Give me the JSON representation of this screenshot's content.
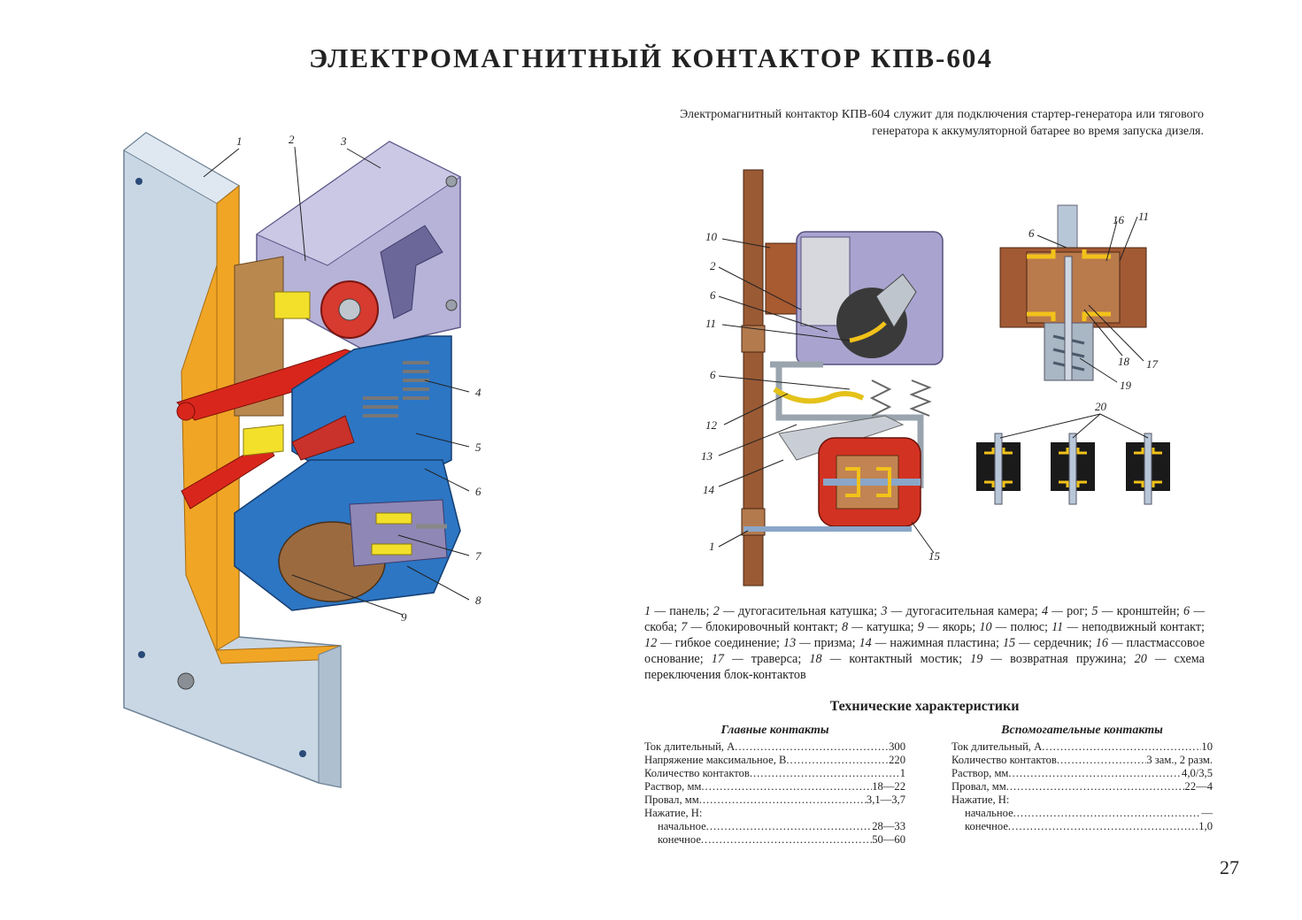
{
  "title": "ЭЛЕКТРОМАГНИТНЫЙ КОНТАКТОР КПВ-604",
  "intro": "Электромагнитный контактор КПВ-604 служит для подключения стартер-генератора или тягового генератора к аккумуляторной батарее во время запуска дизеля.",
  "left_labels": [
    "1",
    "2",
    "3",
    "4",
    "5",
    "6",
    "7",
    "8",
    "9"
  ],
  "right_labels": [
    "10",
    "2",
    "6",
    "11",
    "6",
    "12",
    "13",
    "14",
    "1",
    "15",
    "6",
    "16",
    "11",
    "18",
    "17",
    "19",
    "20"
  ],
  "legend": [
    {
      "n": "1",
      "t": "панель;"
    },
    {
      "n": "2",
      "t": "дугогасительная катушка;"
    },
    {
      "n": "3",
      "t": "дугогасительная камера;"
    },
    {
      "n": "4",
      "t": "рог;"
    },
    {
      "n": "5",
      "t": "кронштейн;"
    },
    {
      "n": "6",
      "t": "скоба;"
    },
    {
      "n": "7",
      "t": "блокировочный контакт;"
    },
    {
      "n": "8",
      "t": "катушка;"
    },
    {
      "n": "9",
      "t": "якорь;"
    },
    {
      "n": "10",
      "t": "полюс;"
    },
    {
      "n": "11",
      "t": "неподвижный контакт;"
    },
    {
      "n": "12",
      "t": "гибкое соединение;"
    },
    {
      "n": "13",
      "t": "призма;"
    },
    {
      "n": "14",
      "t": "нажимная пластина;"
    },
    {
      "n": "15",
      "t": "сердечник;"
    },
    {
      "n": "16",
      "t": "пластмассовое основание;"
    },
    {
      "n": "17",
      "t": "траверса;"
    },
    {
      "n": "18",
      "t": "контактный мостик;"
    },
    {
      "n": "19",
      "t": "возвратная пружина;"
    },
    {
      "n": "20",
      "t": "схема переключения блок-контактов"
    }
  ],
  "specs_title": "Технические характеристики",
  "main": {
    "heading": "Главные контакты",
    "rows": [
      {
        "k": "Ток длительный, А",
        "v": "300",
        "indent": false
      },
      {
        "k": "Напряжение максимальное, В",
        "v": "220",
        "indent": false
      },
      {
        "k": "Количество контактов",
        "v": "1",
        "indent": false
      },
      {
        "k": "Раствор, мм",
        "v": "18—22",
        "indent": false
      },
      {
        "k": "Провал, мм",
        "v": "3,1—3,7",
        "indent": false
      },
      {
        "k": "Нажатие, Н:",
        "v": "",
        "indent": false,
        "nodots": true
      },
      {
        "k": "начальное",
        "v": "28—33",
        "indent": true
      },
      {
        "k": "конечное",
        "v": "50—60",
        "indent": true
      }
    ]
  },
  "aux": {
    "heading": "Вспомогательные контакты",
    "rows": [
      {
        "k": "Ток длительный, А",
        "v": "10",
        "indent": false
      },
      {
        "k": "Количество контактов",
        "v": "3 зам., 2 разм.",
        "indent": false
      },
      {
        "k": "Раствор, мм",
        "v": "4,0/3,5",
        "indent": false
      },
      {
        "k": "Провал, мм",
        "v": "22—4",
        "indent": false
      },
      {
        "k": "Нажатие, Н:",
        "v": "",
        "indent": false,
        "nodots": true
      },
      {
        "k": "начальное",
        "v": "—",
        "indent": true
      },
      {
        "k": "конечное",
        "v": "1,0",
        "indent": true
      }
    ]
  },
  "page_number": "27"
}
